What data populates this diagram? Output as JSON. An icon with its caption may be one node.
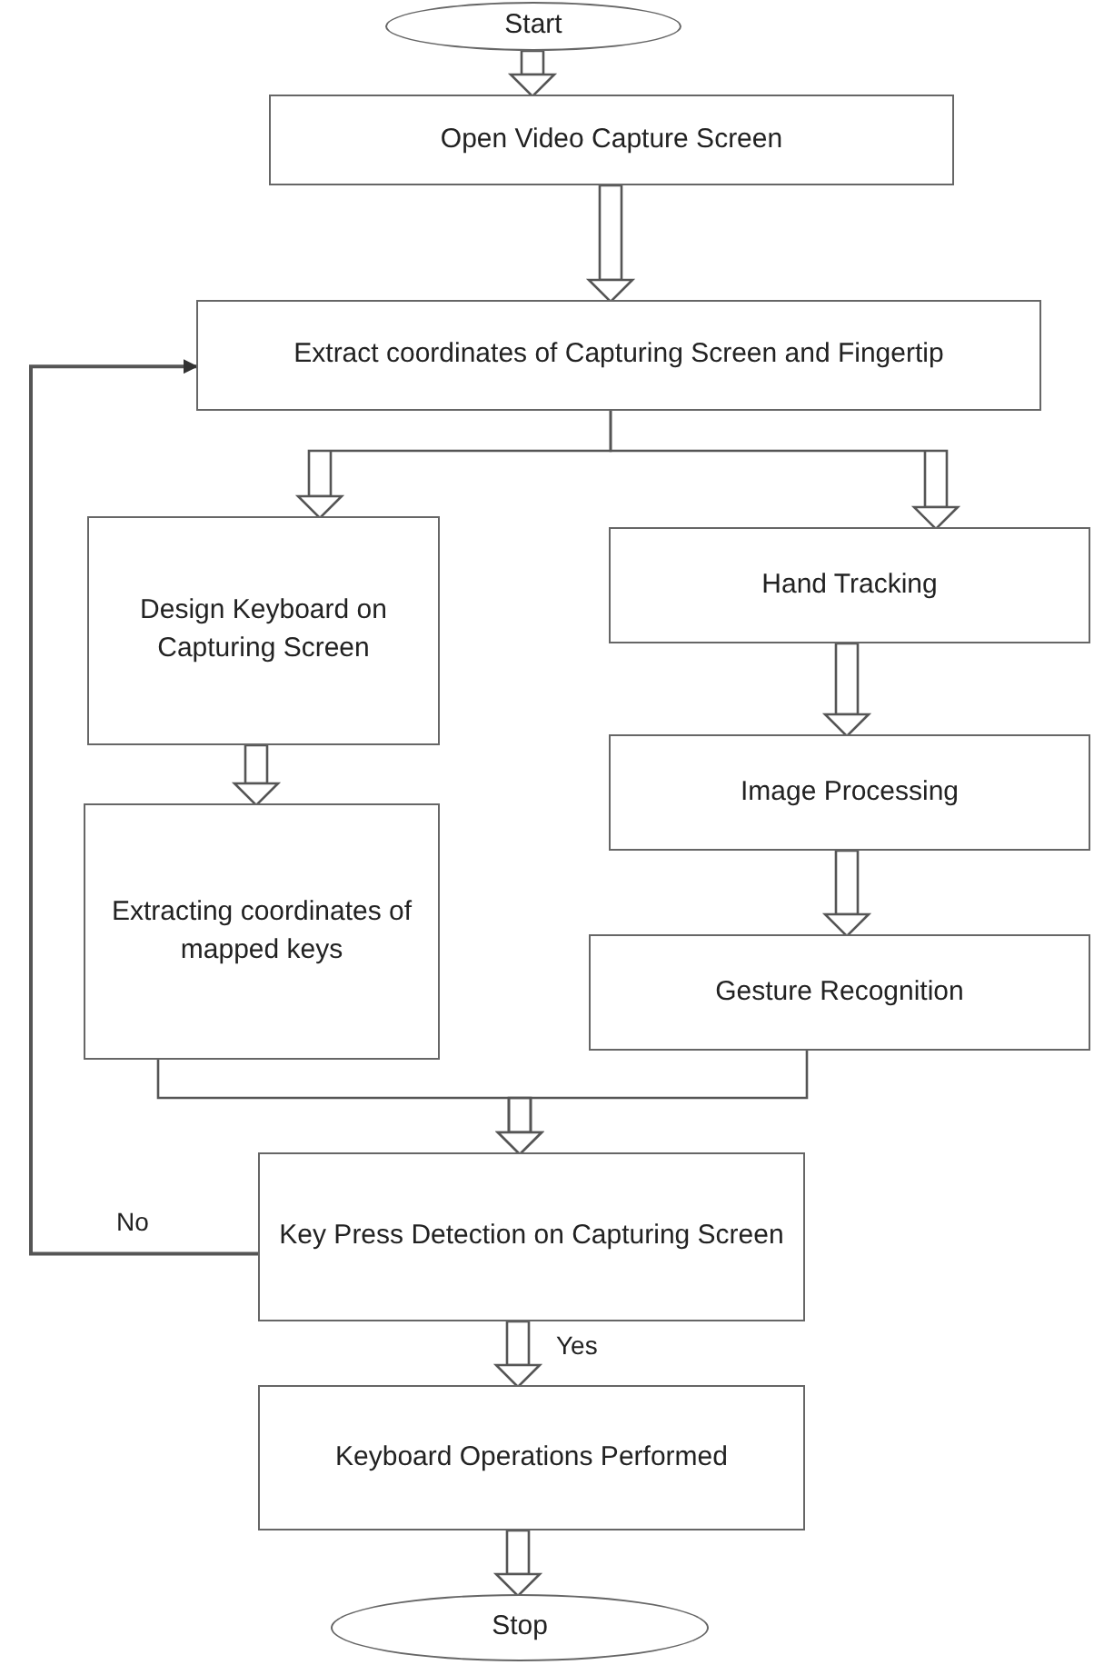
{
  "diagram": {
    "nodes": [
      {
        "text": [
          "Start"
        ]
      },
      {
        "text": [
          "Open Video Capture Screen"
        ]
      },
      {
        "text": [
          "Extract coordinates of Capturing Screen and Fingertip"
        ]
      },
      {
        "text": [
          "Design Keyboard on Capturing Screen"
        ]
      },
      {
        "text": [
          "Hand Tracking"
        ]
      },
      {
        "text": [
          "Extracting coordinates of mapped keys"
        ]
      },
      {
        "text": [
          "Image Processing"
        ]
      },
      {
        "text": [
          "Gesture Recognition"
        ]
      },
      {
        "text": [
          "Key Press Detection on Capturing Screen"
        ]
      },
      {
        "text": [
          "Keyboard Operations Performed"
        ]
      },
      {
        "text": [
          "Stop"
        ]
      }
    ],
    "edges": [
      {
        "from": 0,
        "to": 1,
        "arrow": "to"
      },
      {
        "from": 1,
        "to": 2,
        "arrow": "to"
      },
      {
        "from": 2,
        "to": 3,
        "arrow": "to"
      },
      {
        "from": 2,
        "to": 4,
        "arrow": "to"
      },
      {
        "from": 3,
        "to": 5,
        "arrow": "to"
      },
      {
        "from": 4,
        "to": 6,
        "arrow": "to"
      },
      {
        "from": 6,
        "to": 7,
        "arrow": "to"
      },
      {
        "from": 5,
        "to": 8,
        "arrow": "to"
      },
      {
        "from": 7,
        "to": 8,
        "arrow": "to"
      },
      {
        "from": 8,
        "to": 2,
        "arrow": "to",
        "label": "No"
      },
      {
        "from": 8,
        "to": 9,
        "arrow": "to",
        "label": "Yes"
      },
      {
        "from": 9,
        "to": 10,
        "arrow": "to"
      }
    ]
  }
}
